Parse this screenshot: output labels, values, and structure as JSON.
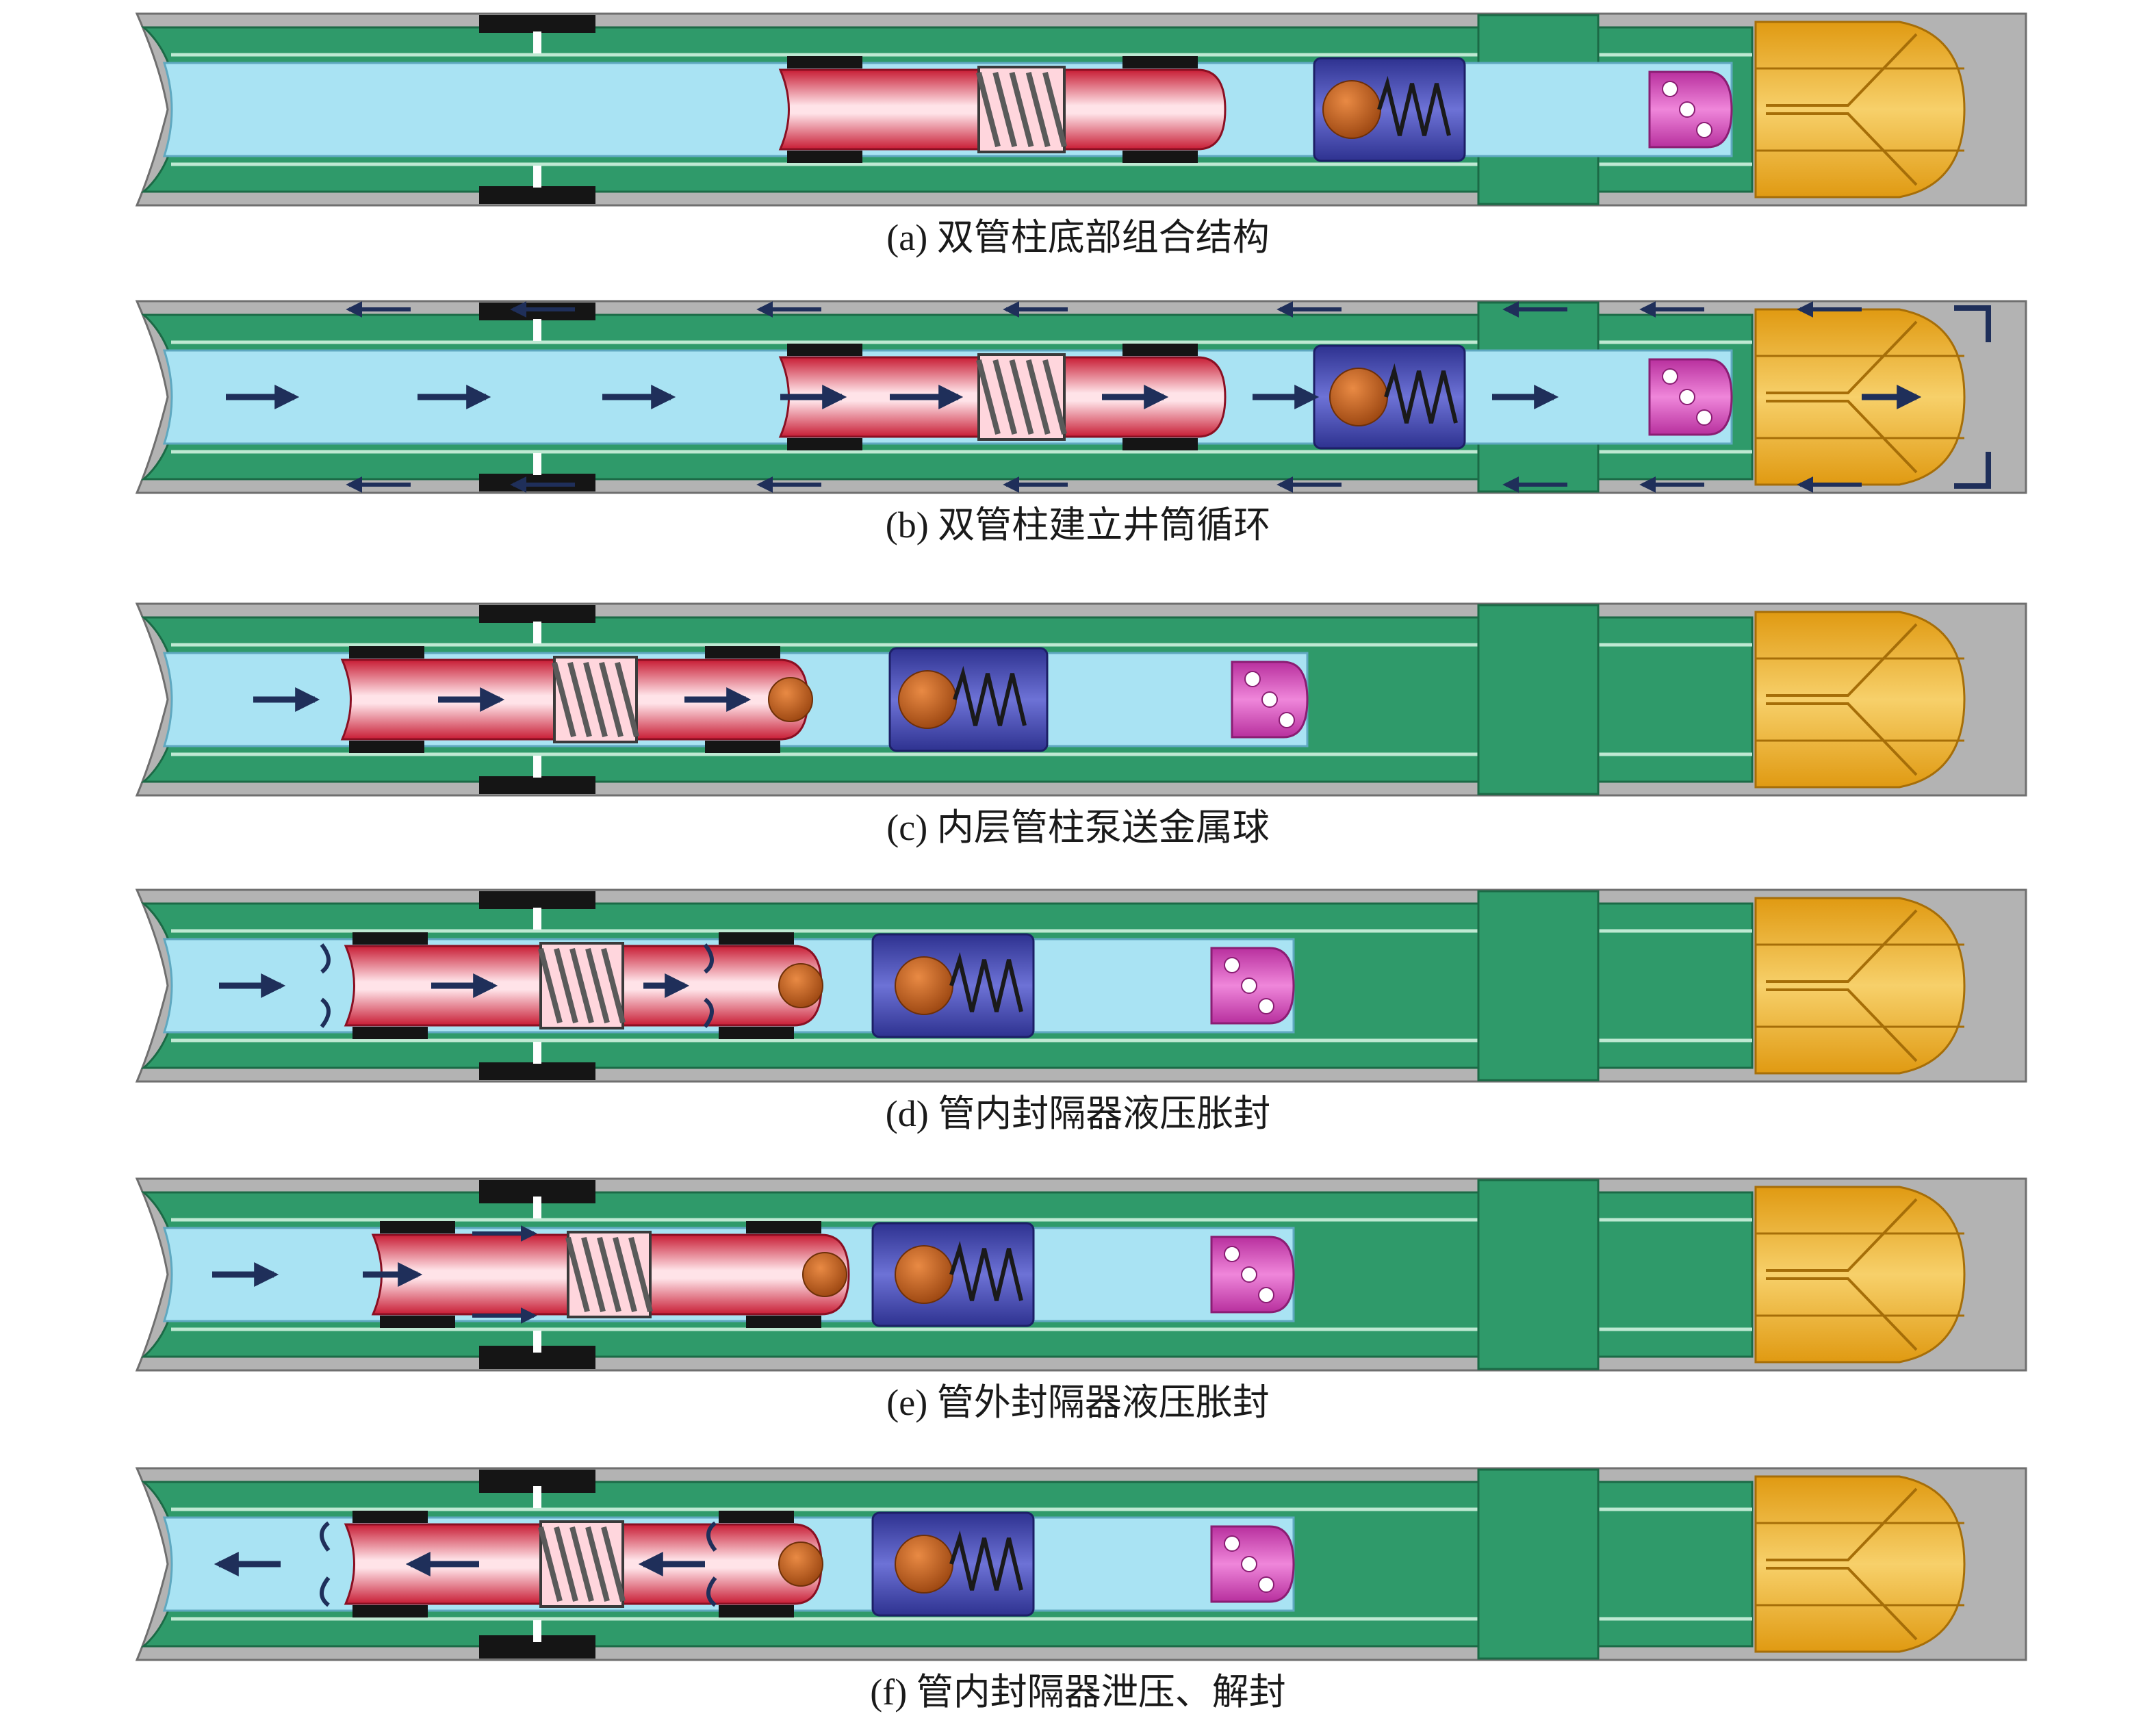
{
  "colors": {
    "housing": "#b3b3b3",
    "housing_edge": "#6f6f6f",
    "outer_tube": "#2f9a6a",
    "outer_tube_edge": "#1b6a46",
    "bore": "#a9e3f3",
    "packer_red": "#e4253f",
    "packer_highlight": "#ffd9e0",
    "spring": "#5a5a5a",
    "valve_blue": "#3f43a8",
    "ball": "#c0601b",
    "seat_pink": "#d94ec0",
    "bit_gold": "#efb22a",
    "slip_black": "#151515",
    "arrow": "#1f2f5a"
  },
  "panels": [
    {
      "id": "a",
      "caption": "(a) 双管柱底部组合结构"
    },
    {
      "id": "b",
      "caption": "(b) 双管柱建立井筒循环"
    },
    {
      "id": "c",
      "caption": "(c) 内层管柱泵送金属球"
    },
    {
      "id": "d",
      "caption": "(d) 管内封隔器液压胀封"
    },
    {
      "id": "e",
      "caption": "(e) 管外封隔器液压胀封"
    },
    {
      "id": "f",
      "caption": "(f) 管内封隔器泄压、解封"
    }
  ]
}
